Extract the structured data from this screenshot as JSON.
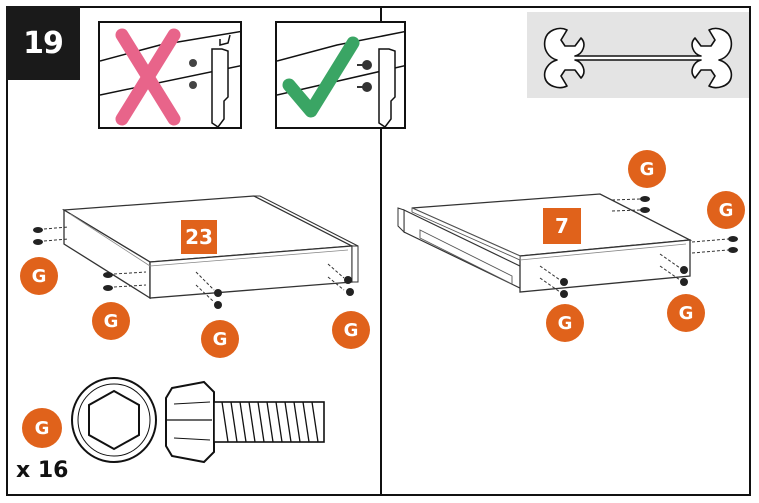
{
  "step": {
    "number": "19"
  },
  "icons": {
    "wrong": "cross-icon",
    "correct": "check-icon",
    "tool": "wrench-icon",
    "nut": "hex-nut-icon",
    "bolt": "hex-bolt-icon"
  },
  "colors": {
    "accent": "#e0621b",
    "wrong": "#e8648a",
    "correct": "#3aa564",
    "tool_bg": "#e4e4e4"
  },
  "left_panel": {
    "part_label": "23",
    "callouts": [
      "G",
      "G",
      "G",
      "G"
    ]
  },
  "right_panel": {
    "part_label": "7",
    "callouts": [
      "G",
      "G",
      "G",
      "G"
    ]
  },
  "hardware": {
    "label": "G",
    "quantity": "x 16"
  }
}
